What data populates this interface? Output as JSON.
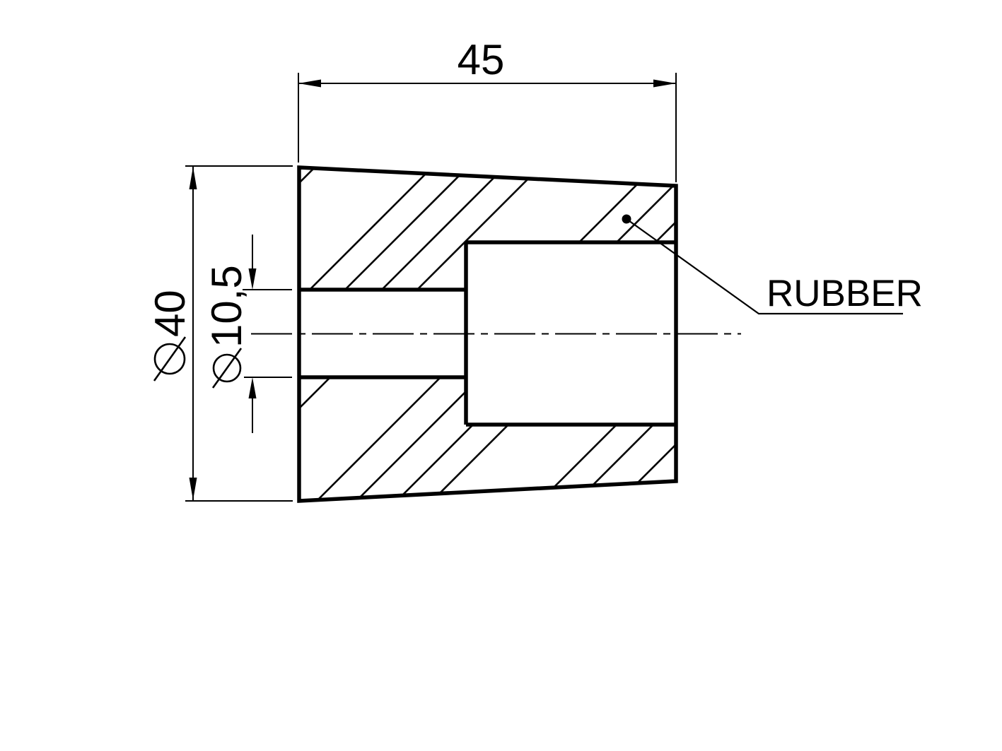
{
  "drawing": {
    "background": "#ffffff",
    "ink": "#000000",
    "dimensions": {
      "length": {
        "value": "45"
      },
      "outer_diameter": {
        "value": "40",
        "has_diameter_symbol": true
      },
      "bore_diameter": {
        "value": "10,5",
        "has_diameter_symbol": true
      }
    },
    "annotations": {
      "material": "RUBBER"
    }
  }
}
